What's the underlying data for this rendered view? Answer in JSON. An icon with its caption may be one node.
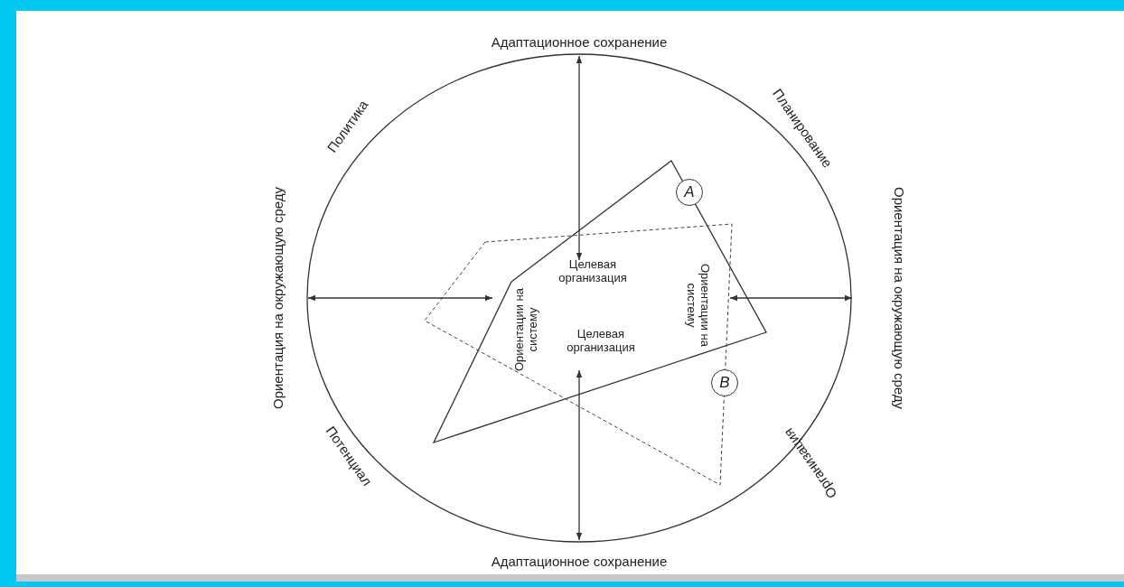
{
  "diagram": {
    "nodes": [
      {
        "text": [
          "A"
        ]
      },
      {
        "text": [
          "B"
        ]
      }
    ],
    "labels": [
      "Адаптационное сохранение",
      "Политика",
      "Планирование",
      "Ориентация на окружающую среду",
      "Ориентация на окружающую среду",
      "Целевая организация",
      "Ориентации на систему",
      "Ориентации на систему",
      "Целевая организация",
      "Потенциал",
      "Организация",
      "Адаптационное сохранение"
    ]
  }
}
